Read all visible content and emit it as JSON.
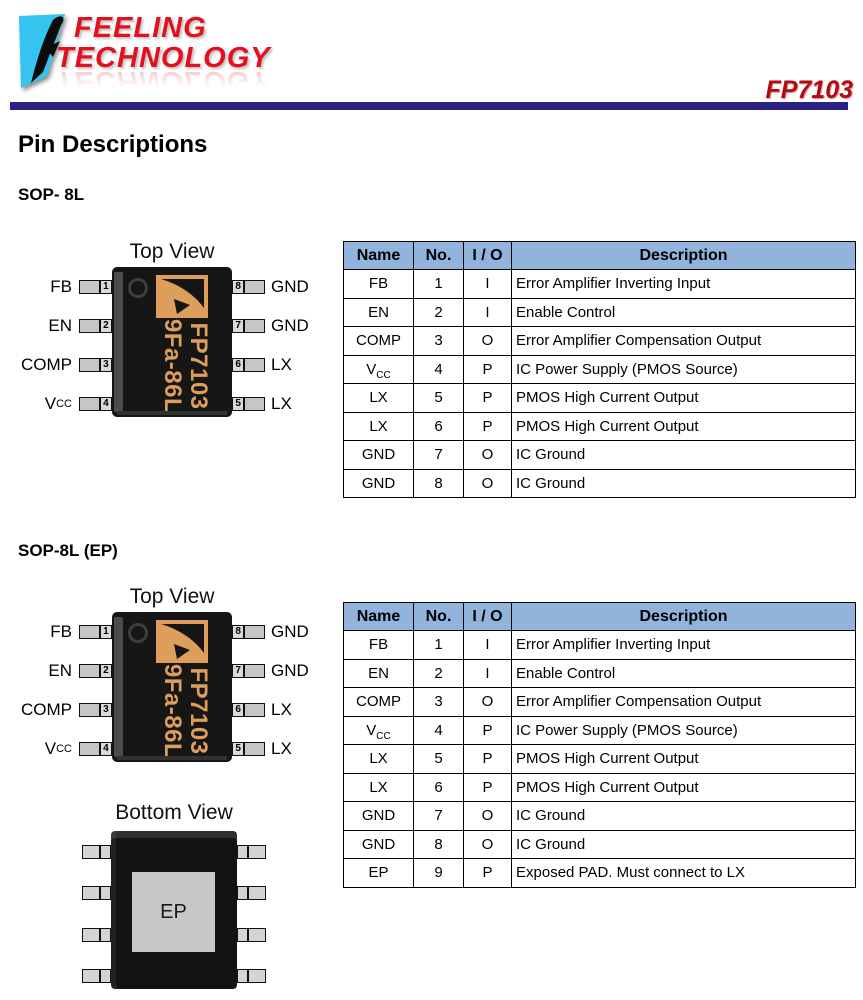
{
  "header": {
    "brand_line1": "FEELING",
    "brand_line2": "TECHNOLOGY",
    "part_number": "FP7103"
  },
  "page_title": "Pin Descriptions",
  "colors": {
    "brand_red": "#e5101f",
    "part_number_red": "#ae0d16",
    "rule_navy": "#292383",
    "table_header_blue": "#92b4dc",
    "chip_body_black": "#161616",
    "chip_marking_orange": "#dd9d5b",
    "pin_gray": "#c6c6c6"
  },
  "chip": {
    "marking_line1": "FP7103",
    "marking_line2": "9Fa-86L",
    "left_pins": [
      {
        "label": "FB",
        "num": "1"
      },
      {
        "label": "EN",
        "num": "2"
      },
      {
        "label": "COMP",
        "num": "3"
      },
      {
        "label": "V_CC",
        "num": "4"
      }
    ],
    "right_pins": [
      {
        "label": "GND",
        "num": "8"
      },
      {
        "label": "GND",
        "num": "7"
      },
      {
        "label": "LX",
        "num": "6"
      },
      {
        "label": "LX",
        "num": "5"
      }
    ]
  },
  "sections": [
    {
      "heading": "SOP- 8L",
      "top_view_title": "Top View",
      "table": {
        "headers": [
          "Name",
          "No.",
          "I / O",
          "Description"
        ],
        "rows": [
          [
            "FB",
            "1",
            "I",
            "Error Amplifier Inverting Input"
          ],
          [
            "EN",
            "2",
            "I",
            "Enable Control"
          ],
          [
            "COMP",
            "3",
            "O",
            "Error Amplifier Compensation Output"
          ],
          [
            "V_CC",
            "4",
            "P",
            "IC Power Supply (PMOS Source)"
          ],
          [
            "LX",
            "5",
            "P",
            "PMOS High Current Output"
          ],
          [
            "LX",
            "6",
            "P",
            "PMOS High Current Output"
          ],
          [
            "GND",
            "7",
            "O",
            "IC Ground"
          ],
          [
            "GND",
            "8",
            "O",
            "IC Ground"
          ]
        ]
      }
    },
    {
      "heading": "SOP-8L (EP)",
      "top_view_title": "Top View",
      "bottom_view_title": "Bottom View",
      "pad_label": "EP",
      "table": {
        "headers": [
          "Name",
          "No.",
          "I / O",
          "Description"
        ],
        "rows": [
          [
            "FB",
            "1",
            "I",
            "Error Amplifier Inverting Input"
          ],
          [
            "EN",
            "2",
            "I",
            "Enable Control"
          ],
          [
            "COMP",
            "3",
            "O",
            "Error Amplifier Compensation Output"
          ],
          [
            "V_CC",
            "4",
            "P",
            "IC Power Supply (PMOS Source)"
          ],
          [
            "LX",
            "5",
            "P",
            "PMOS High Current Output"
          ],
          [
            "LX",
            "6",
            "P",
            "PMOS High Current Output"
          ],
          [
            "GND",
            "7",
            "O",
            "IC Ground"
          ],
          [
            "GND",
            "8",
            "O",
            "IC Ground"
          ],
          [
            "EP",
            "9",
            "P",
            "Exposed PAD. Must connect to LX"
          ]
        ]
      }
    }
  ]
}
